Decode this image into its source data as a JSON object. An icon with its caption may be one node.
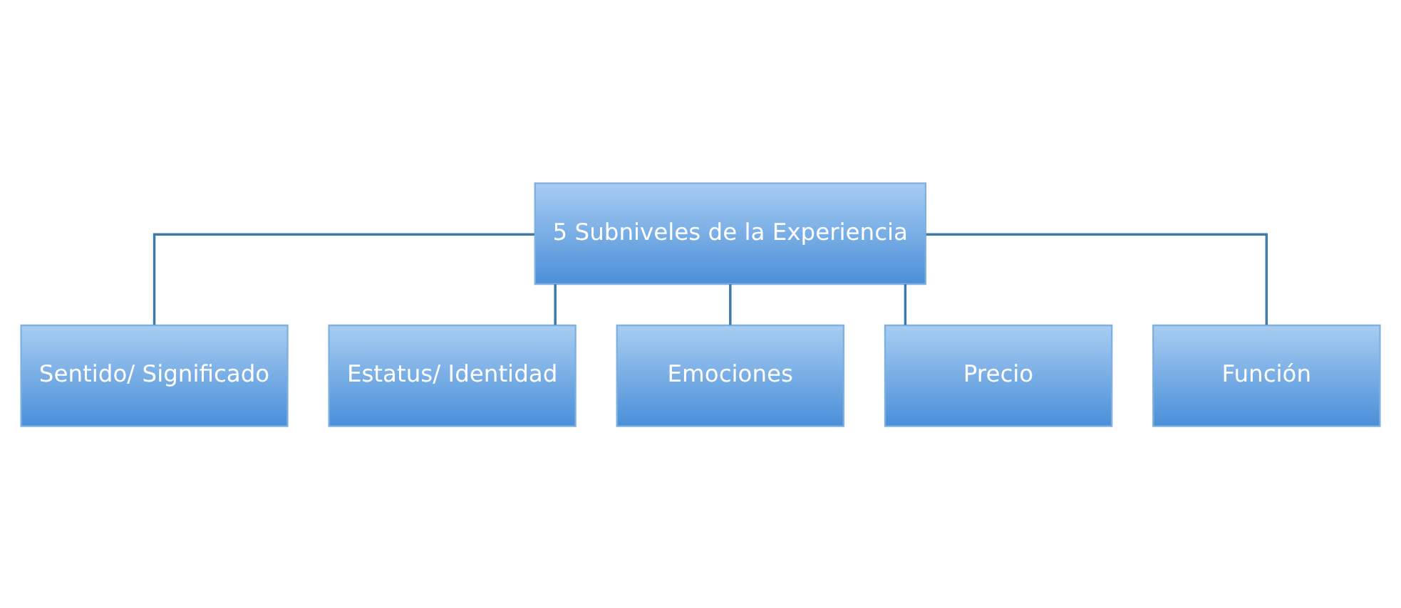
{
  "diagram": {
    "nodes": [
      {
        "text": [
          "5 Subniveles de la Experiencia"
        ]
      },
      {
        "text": [
          "Sentido/ Significado"
        ]
      },
      {
        "text": [
          "Estatus/ Identidad"
        ]
      },
      {
        "text": [
          "Emociones"
        ]
      },
      {
        "text": [
          "Precio"
        ]
      },
      {
        "text": [
          "Función"
        ]
      }
    ],
    "edges": [
      {
        "from": 0,
        "to": 1,
        "arrow": "none"
      },
      {
        "from": 0,
        "to": 2,
        "arrow": "none"
      },
      {
        "from": 0,
        "to": 3,
        "arrow": "none"
      },
      {
        "from": 0,
        "to": 4,
        "arrow": "none"
      },
      {
        "from": 0,
        "to": 5,
        "arrow": "none"
      }
    ]
  }
}
